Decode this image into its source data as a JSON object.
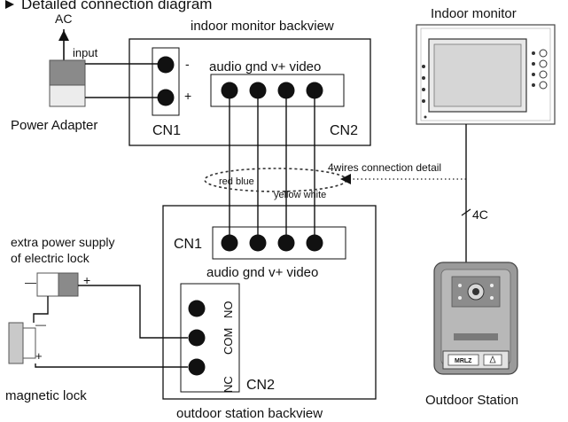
{
  "header": {
    "title": "Detailed connection diagram"
  },
  "power": {
    "ac_label": "AC",
    "input_label": "input",
    "adapter_label": "Power Adapter",
    "minus": "-",
    "plus": "+"
  },
  "indoor_backview": {
    "title": "indoor monitor backview",
    "cn1": "CN1",
    "cn2": "CN2",
    "terminal_labels": "audio gnd v+ video"
  },
  "indoor_monitor": {
    "title": "Indoor monitor"
  },
  "wiring": {
    "connection_detail": "4wires connection detail",
    "colors_top": "red  blue",
    "colors_bottom": "yellow white",
    "cable_label": "4C"
  },
  "outdoor_backview": {
    "title": "outdoor station backview",
    "cn1": "CN1",
    "cn2": "CN2",
    "terminal_labels": "audio gnd v+ video",
    "no": "NO",
    "com": "COM",
    "nc": "NC"
  },
  "lock": {
    "extra_power_line1": "extra power supply",
    "extra_power_line2": "of electric lock",
    "minus": "—",
    "plus": "+",
    "magnetic_lock": "magnetic lock",
    "lock_minus": "—",
    "lock_plus": "+"
  },
  "outdoor_station": {
    "title": "Outdoor Station",
    "brand": "MRLZ"
  },
  "colors": {
    "line": "#111111",
    "dots": "#444444"
  }
}
